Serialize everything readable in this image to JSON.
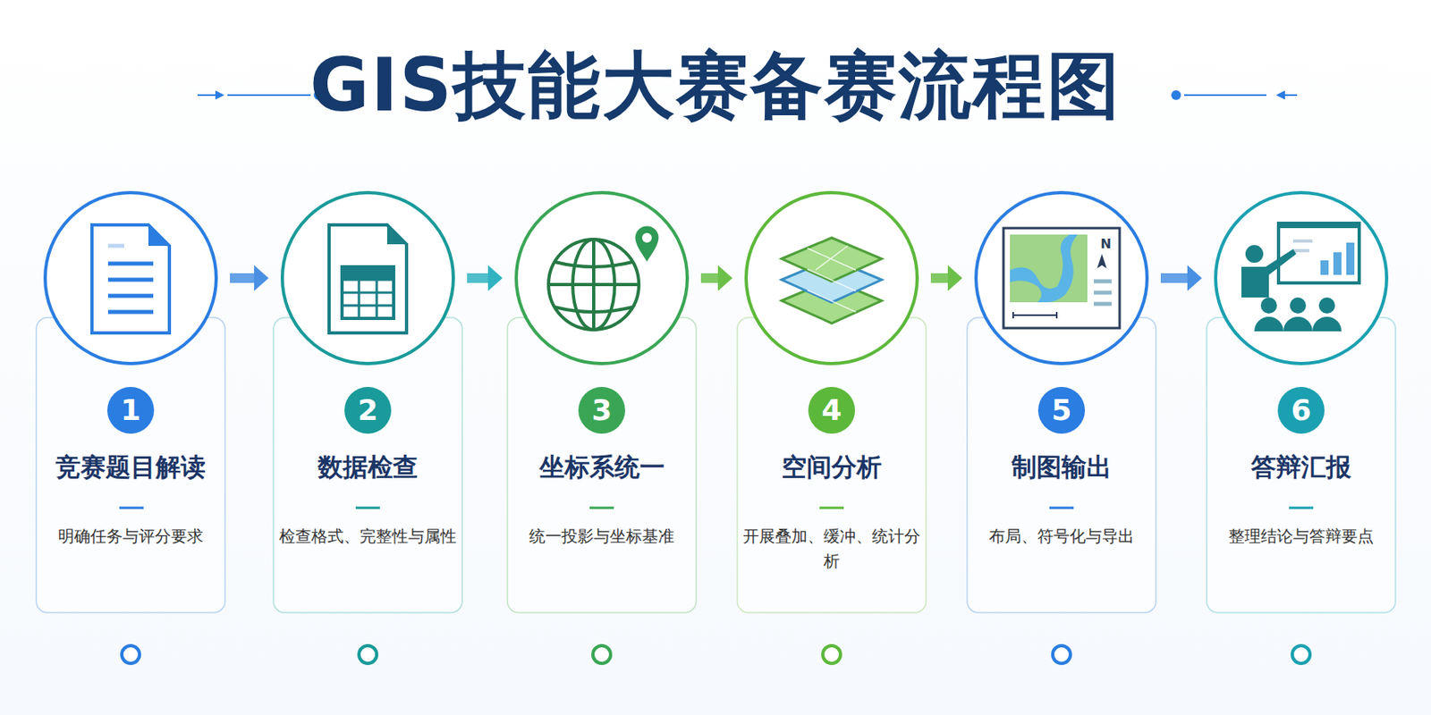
{
  "diagram": {
    "title": "GIS技能大赛备赛流程图",
    "nodes": [
      {
        "text": [
          "竞赛题目解读",
          "明确任务与评分要求"
        ]
      },
      {
        "text": [
          "1"
        ],
        "in": 0
      },
      {
        "text": [
          "数据检查",
          "检查格式、完整性与属性"
        ]
      },
      {
        "text": [
          "2"
        ],
        "in": 2
      },
      {
        "text": [
          "坐标系统一",
          "统一投影与坐标基准"
        ]
      },
      {
        "text": [
          "3"
        ],
        "in": 4
      },
      {
        "text": [
          "空间分析",
          "开展叠加、缓冲、统计分析"
        ]
      },
      {
        "text": [
          "4"
        ],
        "in": 6
      },
      {
        "text": [
          "制图输出",
          "布局、符号化与导出"
        ]
      },
      {
        "text": [
          "5"
        ],
        "in": 8
      },
      {
        "text": [
          "答辩汇报",
          "整理结论与答辩要点"
        ]
      },
      {
        "text": [
          "6"
        ],
        "in": 10
      }
    ],
    "edges": [
      {
        "from": 0,
        "to": 2,
        "arrow": "to"
      },
      {
        "from": 2,
        "to": 4,
        "arrow": "to"
      },
      {
        "from": 4,
        "to": 6,
        "arrow": "to"
      },
      {
        "from": 6,
        "to": 8,
        "arrow": "to"
      },
      {
        "from": 8,
        "to": 10,
        "arrow": "to"
      }
    ],
    "labels": [
      "N"
    ]
  }
}
